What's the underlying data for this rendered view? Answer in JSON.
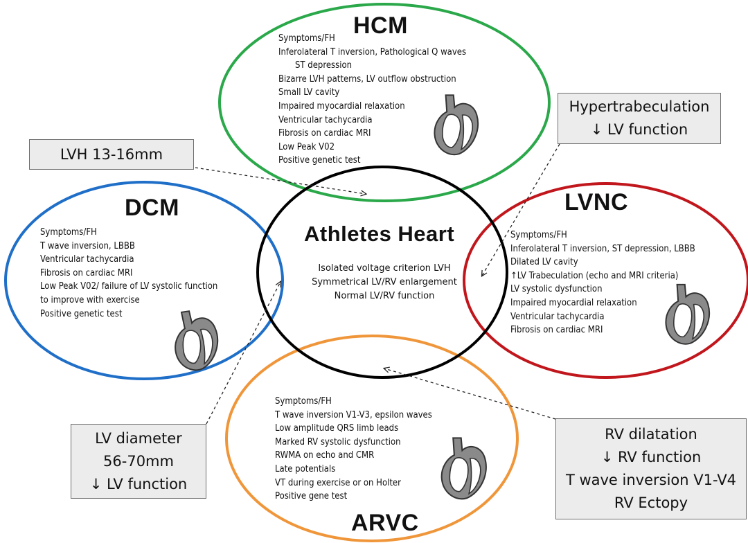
{
  "hcm": {
    "title": "HCM",
    "items": [
      "Symptoms/FH",
      "Inferolateral T inversion, Pathological Q waves",
      "ST depression",
      "Bizarre LVH patterns, LV outflow obstruction",
      "Small LV cavity",
      "Impaired myocardial relaxation",
      "Ventricular tachycardia",
      "Fibrosis on cardiac MRI",
      "Low Peak V02",
      "Positive genetic test"
    ]
  },
  "dcm": {
    "title": "DCM",
    "items": [
      "Symptoms/FH",
      "T wave inversion, LBBB",
      "Ventricular tachycardia",
      "Fibrosis on cardiac MRI",
      "Low Peak V02/ failure of LV systolic function",
      "to improve with exercise",
      "Positive genetic test"
    ]
  },
  "athletes": {
    "title": "Athletes  Heart",
    "items": [
      "Isolated voltage criterion LVH",
      "Symmetrical LV/RV enlargement",
      "Normal LV/RV function"
    ]
  },
  "lvnc": {
    "title": "LVNC",
    "items": [
      "Symptoms/FH",
      "Inferolateral T inversion, ST depression, LBBB",
      "Dilated LV cavity",
      "↑LV Trabeculation (echo and MRI criteria)",
      "LV systolic dysfunction",
      "Impaired myocardial relaxation",
      "Ventricular tachycardia",
      "Fibrosis on cardiac MRI"
    ]
  },
  "arvc": {
    "title": "ARVC",
    "items": [
      "Symptoms/FH",
      "T wave inversion V1-V3, epsilon waves",
      "Low amplitude QRS limb leads",
      "Marked RV systolic dysfunction",
      "RWMA on echo and CMR",
      "Late potentials",
      "VT during exercise or on Holter",
      "Positive gene test"
    ]
  },
  "boxes": {
    "lvh": [
      "LVH 13-16mm"
    ],
    "hypertrabeculation": [
      "Hypertrabeculation",
      "↓ LV function"
    ],
    "lv_diameter": [
      "LV diameter",
      "56-70mm",
      "↓ LV function"
    ],
    "rv": [
      "RV dilatation",
      "↓ RV function",
      "T wave inversion V1-V4",
      "RV Ectopy"
    ]
  },
  "colors": {
    "hcm": "#2aa84a",
    "dcm": "#1f6fc8",
    "lvnc": "#c0161c",
    "arvc": "#f0963a",
    "athletes": "#000000"
  },
  "icons": [
    "heart-icon-hcm",
    "heart-icon-dcm",
    "heart-icon-lvnc",
    "heart-icon-arvc"
  ]
}
